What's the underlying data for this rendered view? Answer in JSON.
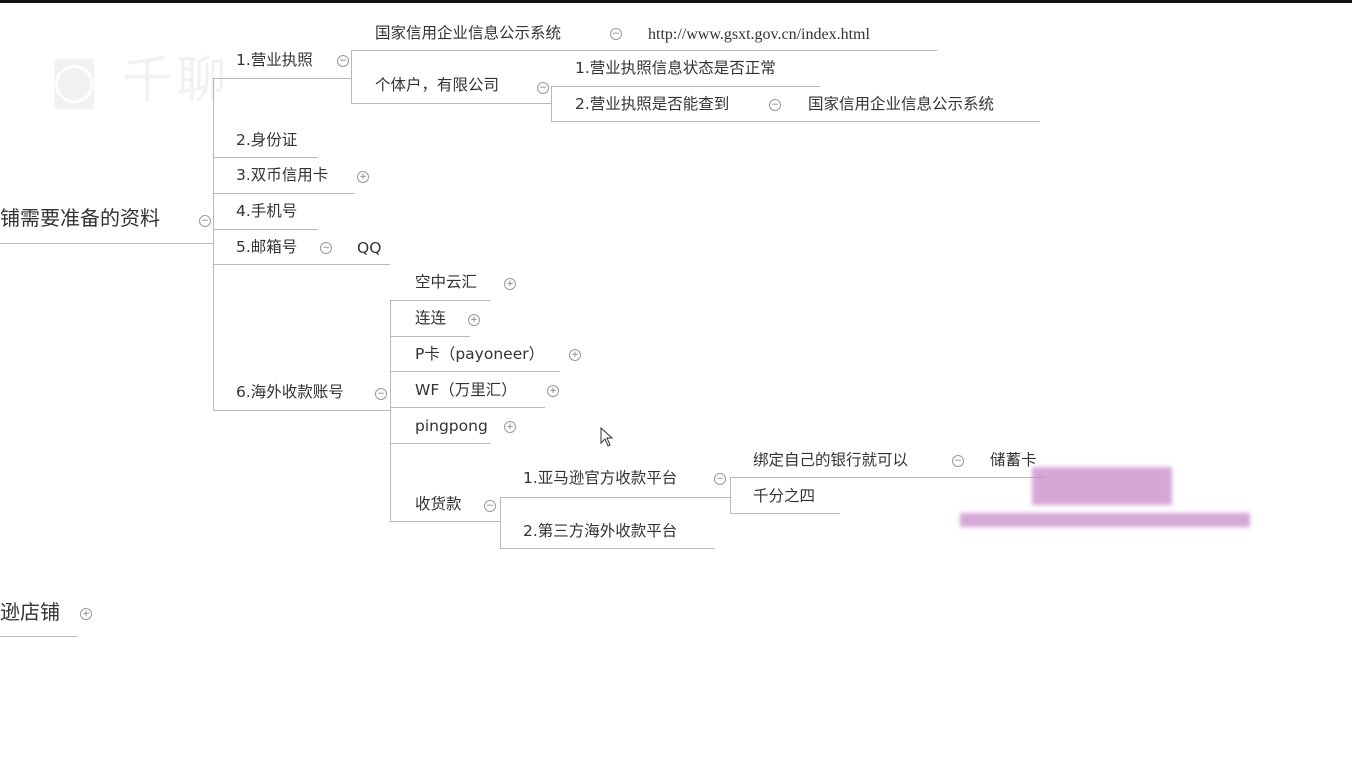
{
  "watermark": "千聊",
  "root": {
    "label": "铺需要准备的资料"
  },
  "second_root": {
    "label": "逊店铺"
  },
  "children": {
    "license": {
      "label": "1.营业执照",
      "system": "国家信用企业信息公示系统",
      "url": "http://www.gsxt.gov.cn/index.html",
      "type": "个体户，有限公司",
      "check1": "1.营业执照信息状态是否正常",
      "check2": "2.营业执照是否能查到",
      "check2_system": "国家信用企业信息公示系统"
    },
    "id": {
      "label": "2.身份证"
    },
    "card": {
      "label": "3.双币信用卡"
    },
    "phone": {
      "label": "4.手机号"
    },
    "email": {
      "label": "5.邮箱号",
      "value": "QQ"
    },
    "overseas": {
      "label": "6.海外收款账号",
      "items": [
        "空中云汇",
        "连连",
        "P卡（payoneer）",
        "WF（万里汇）",
        "pingpong"
      ],
      "receive": {
        "label": "收货款",
        "amazon": "1.亚马逊官方收款平台",
        "bind": "绑定自己的银行就可以",
        "debit": "储蓄卡",
        "fee": "千分之四",
        "third": "2.第三方海外收款平台"
      }
    }
  }
}
